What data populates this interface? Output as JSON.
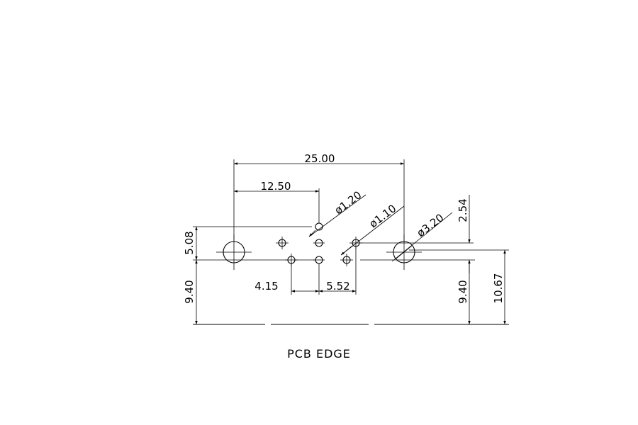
{
  "dimensions": {
    "overall_width": "25.00",
    "half_width": "12.50",
    "hole_dia_small": "ø1.20",
    "hole_dia_mid": "ø1.10",
    "hole_dia_large": "ø3.20",
    "vertical_offset_left": "5.08",
    "vertical_offset_right": "2.54",
    "edge_distance_left": "9.40",
    "edge_distance_right": "9.40",
    "edge_distance_total": "10.67",
    "pin_offset_left": "4.15",
    "pin_offset_right": "5.52"
  },
  "caption": "PCB EDGE"
}
